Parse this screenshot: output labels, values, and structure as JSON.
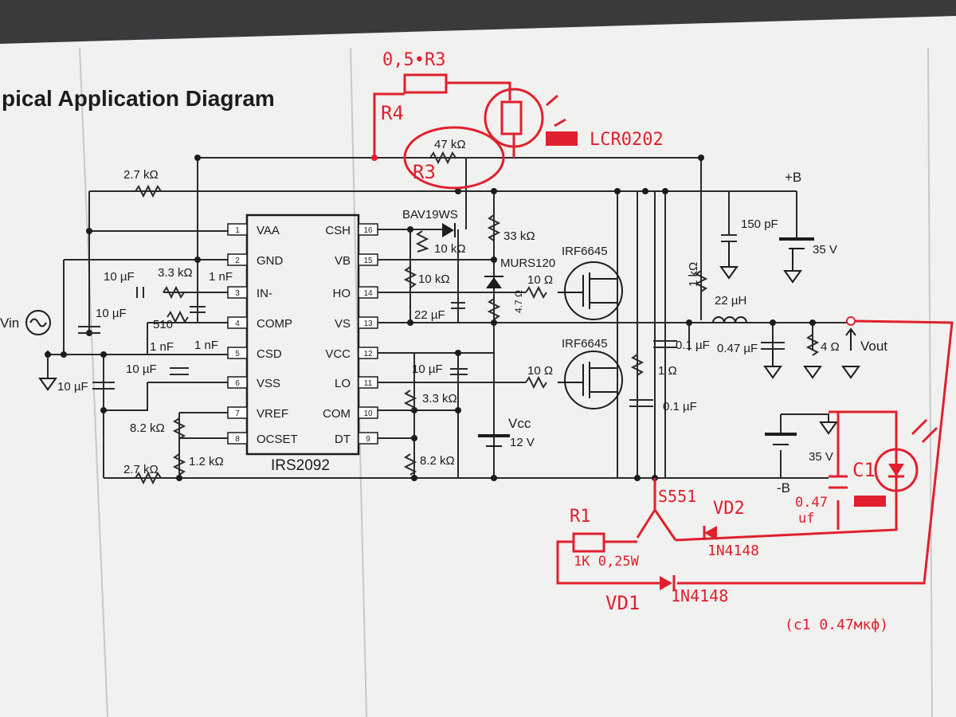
{
  "title": "pical Application Diagram",
  "ic": {
    "name": "IRS2092",
    "left_pins": [
      {
        "num": "1",
        "name": "VAA"
      },
      {
        "num": "2",
        "name": "GND"
      },
      {
        "num": "3",
        "name": "IN-"
      },
      {
        "num": "4",
        "name": "COMP"
      },
      {
        "num": "5",
        "name": "CSD"
      },
      {
        "num": "6",
        "name": "VSS"
      },
      {
        "num": "7",
        "name": "VREF"
      },
      {
        "num": "8",
        "name": "OCSET"
      }
    ],
    "right_pins": [
      {
        "num": "16",
        "name": "CSH"
      },
      {
        "num": "15",
        "name": "VB"
      },
      {
        "num": "14",
        "name": "HO"
      },
      {
        "num": "13",
        "name": "VS"
      },
      {
        "num": "12",
        "name": "VCC"
      },
      {
        "num": "11",
        "name": "LO"
      },
      {
        "num": "10",
        "name": "COM"
      },
      {
        "num": "9",
        "name": "DT"
      }
    ]
  },
  "printed_labels": {
    "r_27k_top": "2.7 kΩ",
    "r_47k": "47 kΩ",
    "bav": "BAV19WS",
    "r_33k": "33 kΩ",
    "r_10k_a": "10 kΩ",
    "r_10k_b": "10 kΩ",
    "murs": "MURS120",
    "irf_top": "IRF6645",
    "irf_bottom": "IRF6645",
    "r_10_top": "10 Ω",
    "r_10_bot": "10 Ω",
    "r_47": "4.7 Ω",
    "c_22u": "22 µF",
    "c_10u_in": "10 µF",
    "r_33k_in": "3.3 kΩ",
    "c_1n_a": "1 nF",
    "c_10u_a": "10 µF",
    "c_510": "510",
    "c_1n_b": "1 nF",
    "c_1n_c": "1 nF",
    "c_10u_b": "10 µF",
    "c_10u_c": "10 µF",
    "vin": "Vin",
    "r_82k_a": "8.2 kΩ",
    "r_12k": "1.2 kΩ",
    "r_27k_bot": "2.7 kΩ",
    "c_10u_vcc": "10 µF",
    "r_33k_com": "3.3 kΩ",
    "r_82k_b": "8.2 kΩ",
    "vcc": "Vcc",
    "v12": "12 V",
    "c_150p": "150 pF",
    "plus_b": "+B",
    "v35_top": "35 V",
    "r_1k": "1 kΩ",
    "l_22u": "22 µH",
    "c_01u_a": "0.1 µF",
    "c_047u": "0.47 µF",
    "r_4": "4 Ω",
    "vout": "Vout",
    "r_1": "1 Ω",
    "c_01u_b": "0.1 µF",
    "v35_bot": "35 V",
    "minus_b": "-B"
  },
  "handwritten": {
    "r4_value": "0,5•R3",
    "r4": "R4",
    "r3": "R3",
    "lcr": "LCR0202",
    "s551": "S551",
    "r1": "R1",
    "r1_value": "1K 0,25W",
    "vd2": "VD2",
    "vd2_part": "1N4148",
    "vd1": "VD1",
    "vd1_part": "1N4148",
    "c1": "C1",
    "c1_value_1": "0.47",
    "c1_value_2": "uf",
    "note": "(c1 0.47мкф)"
  },
  "colors": {
    "paper": "#f1f1ef",
    "ink": "#1c1c1c",
    "pen": "#e0202e",
    "background": "#3a3a3c"
  }
}
